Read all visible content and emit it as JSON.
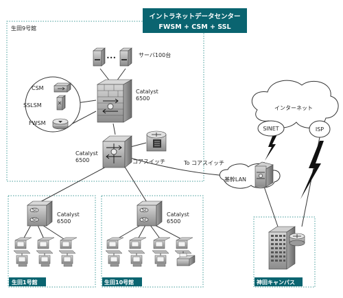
{
  "title": {
    "line1": "イントラネットデータセンター",
    "line2": "FWSM + CSM + SSL"
  },
  "buildings": {
    "ikuta9": "生田9号館",
    "ikuta1": "生田1号館",
    "ikuta10": "生田10号館",
    "kanda": "神田キャンパス"
  },
  "labels": {
    "servers": "サーバ100台",
    "dots": "•••",
    "csm": "CSM",
    "sslsm": "SSLSM",
    "fwsm": "FWSM",
    "catalyst_top_1": "Catalyst",
    "catalyst_top_2": "6500",
    "catalyst_core_1": "Catalyst",
    "catalyst_core_2": "6500",
    "core_switch": "コアスイッチ",
    "to_core": "To コアスイッチ",
    "backbone_lan": "基幹LAN",
    "internet": "インターネット",
    "sinet": "SINET",
    "isp": "ISP",
    "catalyst_b1_1": "Catalyst",
    "catalyst_b1_2": "6500",
    "catalyst_b10_1": "Catalyst",
    "catalyst_b10_2": "6500",
    "si": "Si"
  },
  "colors": {
    "teal": "#0a6470",
    "box_border": "#3f9a97",
    "device": "#9a9a9a",
    "device_dark": "#5a5a5a",
    "line": "#333333"
  }
}
